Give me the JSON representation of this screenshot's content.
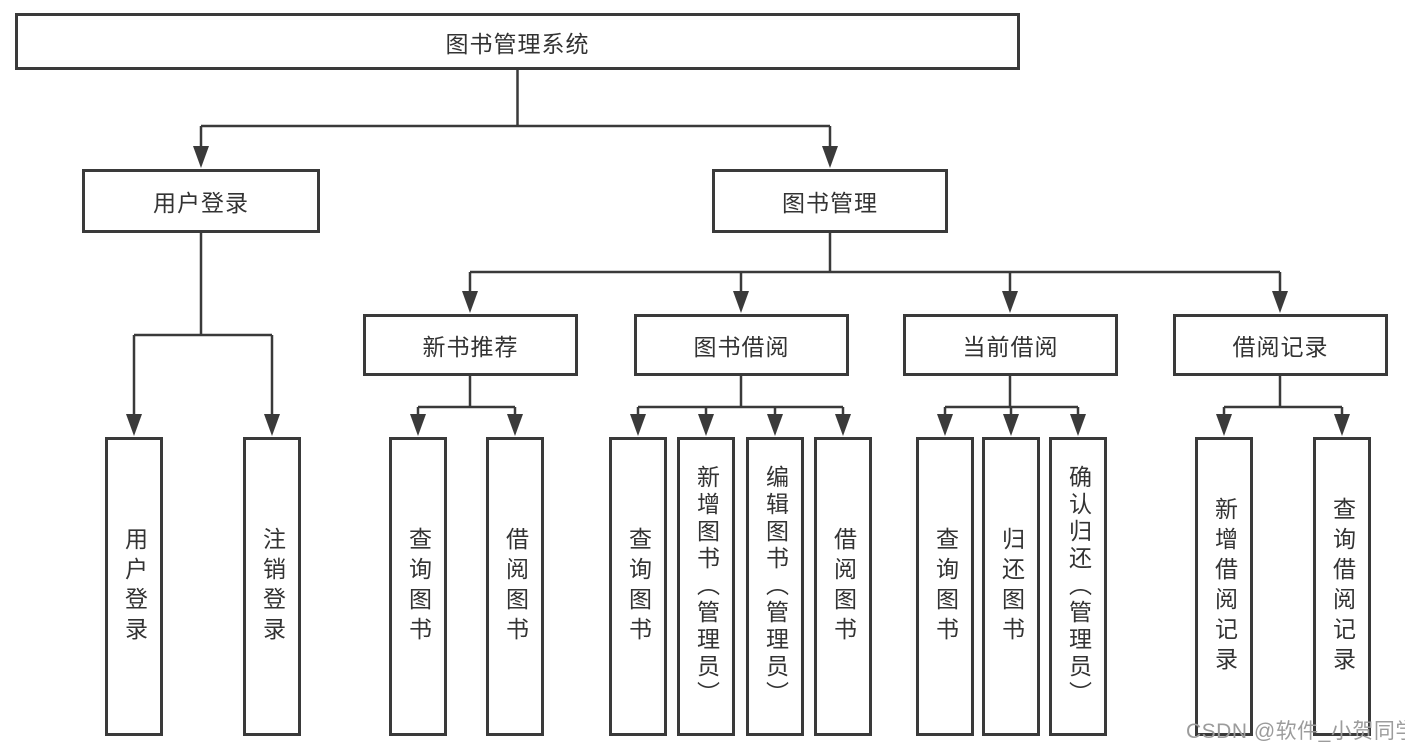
{
  "diagram": {
    "root": {
      "label": "图书管理系统"
    },
    "branches": [
      {
        "label": "用户登录",
        "children": [
          {
            "label": "用户登录"
          },
          {
            "label": "注销登录"
          }
        ]
      },
      {
        "label": "图书管理",
        "children": [
          {
            "label": "新书推荐",
            "children": [
              {
                "label": "查询图书"
              },
              {
                "label": "借阅图书"
              }
            ]
          },
          {
            "label": "图书借阅",
            "children": [
              {
                "label": "查询图书"
              },
              {
                "label": "新增图书（管理员）"
              },
              {
                "label": "编辑图书（管理员）"
              },
              {
                "label": "借阅图书"
              }
            ]
          },
          {
            "label": "当前借阅",
            "children": [
              {
                "label": "查询图书"
              },
              {
                "label": "归还图书"
              },
              {
                "label": "确认归还（管理员）"
              }
            ]
          },
          {
            "label": "借阅记录",
            "children": [
              {
                "label": "新增借阅记录"
              },
              {
                "label": "查询借阅记录"
              }
            ]
          }
        ]
      }
    ],
    "watermark": "CSDN @软件_小贺同学",
    "colors": {
      "line": "#3a3a3a",
      "text": "#333333",
      "background": "#ffffff",
      "watermark": "#9c9c9c"
    }
  }
}
